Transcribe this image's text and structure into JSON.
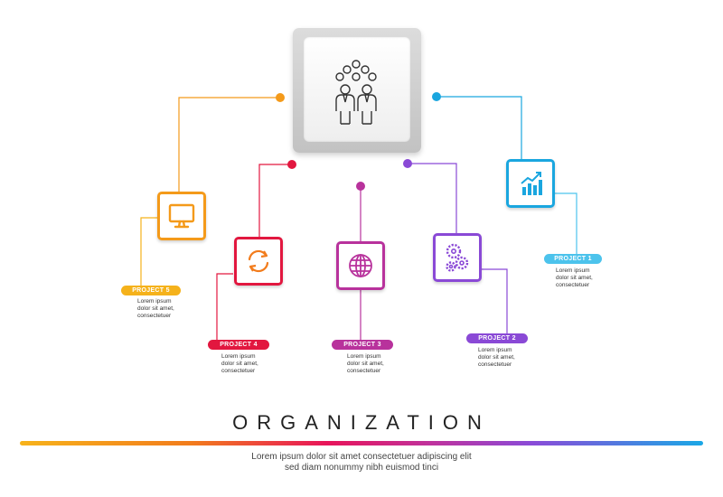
{
  "hub": {
    "icon": "team-icon"
  },
  "projects": [
    {
      "label": "PROJECT 1",
      "desc": [
        "Lorem ipsum",
        "dolor sit amet,",
        "consectetuer"
      ],
      "icon": "chart-icon",
      "color": "#1aa6df",
      "pill_color": "#4cc3ec"
    },
    {
      "label": "PROJECT 2",
      "desc": [
        "Lorem ipsum",
        "dolor sit amet,",
        "consectetuer"
      ],
      "icon": "gears-icon",
      "color": "#8a49d6",
      "pill_color": "#8a49d6"
    },
    {
      "label": "PROJECT 3",
      "desc": [
        "Lorem ipsum",
        "dolor sit amet,",
        "consectetuer"
      ],
      "icon": "globe-icon",
      "color": "#b8329c",
      "pill_color": "#b8329c"
    },
    {
      "label": "PROJECT 4",
      "desc": [
        "Lorem ipsum",
        "dolor sit amet,",
        "consectetuer"
      ],
      "icon": "refresh-icon",
      "color": "#e2173f",
      "pill_color": "#e2173f"
    },
    {
      "label": "PROJECT 5",
      "desc": [
        "Lorem ipsum",
        "dolor sit amet,",
        "consectetuer"
      ],
      "icon": "monitor-icon",
      "color": "#f49a1a",
      "pill_color": "#f5b21b"
    }
  ],
  "title": "ORGANIZATION",
  "footer": [
    "Lorem ipsum dolor sit amet  consectetuer adipiscing elit",
    "sed diam nonummy nibh euismod tinci"
  ]
}
